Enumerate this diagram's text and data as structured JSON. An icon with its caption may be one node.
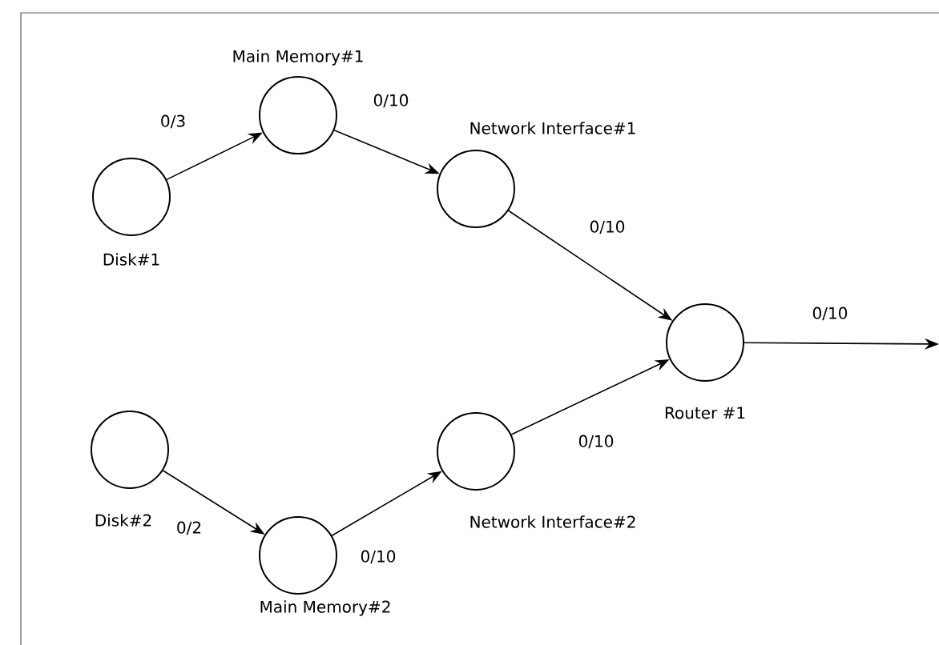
{
  "diagram": {
    "nodes": [
      {
        "text": [
          "Disk#1"
        ]
      },
      {
        "text": [
          "Main Memory#1"
        ]
      },
      {
        "text": [
          "Network Interface#1"
        ]
      },
      {
        "text": [
          "Disk#2"
        ]
      },
      {
        "text": [
          "Main Memory#2"
        ]
      },
      {
        "text": [
          "Network Interface#2"
        ]
      },
      {
        "text": [
          "Router #1"
        ]
      }
    ],
    "edges": [
      {
        "from": 0,
        "to": 1,
        "arrow": "to",
        "label": "0/3"
      },
      {
        "from": 1,
        "to": 2,
        "arrow": "to",
        "label": "0/10"
      },
      {
        "from": 2,
        "to": 6,
        "arrow": "to",
        "label": "0/10"
      },
      {
        "from": 3,
        "to": 4,
        "arrow": "to",
        "label": "0/2"
      },
      {
        "from": 4,
        "to": 5,
        "arrow": "to",
        "label": "0/10"
      },
      {
        "from": 5,
        "to": 6,
        "arrow": "to",
        "label": "0/10"
      },
      {
        "from": 6,
        "to": null,
        "arrow": "to",
        "label": "0/10"
      }
    ]
  }
}
